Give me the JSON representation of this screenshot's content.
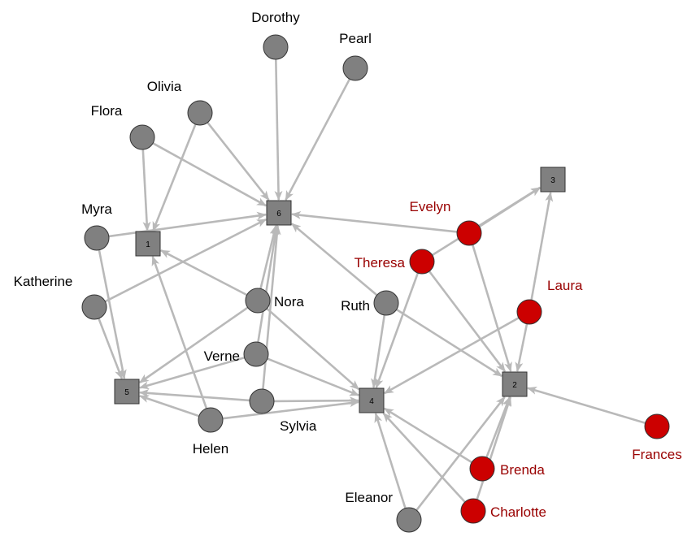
{
  "colors": {
    "edge": "#b9b9b9",
    "woman_default": "#808080",
    "woman_highlight": "#cc0000",
    "event": "#808080",
    "label_default": "#000000",
    "label_highlight": "#990000"
  },
  "events": [
    {
      "id": "1",
      "label": "1"
    },
    {
      "id": "2",
      "label": "2"
    },
    {
      "id": "3",
      "label": "3"
    },
    {
      "id": "4",
      "label": "4"
    },
    {
      "id": "5",
      "label": "5"
    },
    {
      "id": "6",
      "label": "6"
    }
  ],
  "women": [
    {
      "id": "dorothy",
      "label": "Dorothy",
      "highlight": false
    },
    {
      "id": "pearl",
      "label": "Pearl",
      "highlight": false
    },
    {
      "id": "olivia",
      "label": "Olivia",
      "highlight": false
    },
    {
      "id": "flora",
      "label": "Flora",
      "highlight": false
    },
    {
      "id": "myra",
      "label": "Myra",
      "highlight": false
    },
    {
      "id": "katherine",
      "label": "Katherine",
      "highlight": false
    },
    {
      "id": "nora",
      "label": "Nora",
      "highlight": false
    },
    {
      "id": "verne",
      "label": "Verne",
      "highlight": false
    },
    {
      "id": "sylvia",
      "label": "Sylvia",
      "highlight": false
    },
    {
      "id": "helen",
      "label": "Helen",
      "highlight": false
    },
    {
      "id": "ruth",
      "label": "Ruth",
      "highlight": false
    },
    {
      "id": "eleanor",
      "label": "Eleanor",
      "highlight": false
    },
    {
      "id": "evelyn",
      "label": "Evelyn",
      "highlight": true
    },
    {
      "id": "theresa",
      "label": "Theresa",
      "highlight": true
    },
    {
      "id": "laura",
      "label": "Laura",
      "highlight": true
    },
    {
      "id": "brenda",
      "label": "Brenda",
      "highlight": true
    },
    {
      "id": "charlotte",
      "label": "Charlotte",
      "highlight": true
    },
    {
      "id": "frances",
      "label": "Frances",
      "highlight": true
    }
  ],
  "edges": [
    [
      "dorothy",
      "6"
    ],
    [
      "pearl",
      "6"
    ],
    [
      "olivia",
      "6"
    ],
    [
      "olivia",
      "1"
    ],
    [
      "flora",
      "6"
    ],
    [
      "flora",
      "1"
    ],
    [
      "myra",
      "6"
    ],
    [
      "myra",
      "5"
    ],
    [
      "katherine",
      "6"
    ],
    [
      "katherine",
      "5"
    ],
    [
      "nora",
      "1"
    ],
    [
      "nora",
      "6"
    ],
    [
      "nora",
      "5"
    ],
    [
      "nora",
      "4"
    ],
    [
      "verne",
      "6"
    ],
    [
      "verne",
      "5"
    ],
    [
      "verne",
      "4"
    ],
    [
      "sylvia",
      "6"
    ],
    [
      "sylvia",
      "5"
    ],
    [
      "sylvia",
      "4"
    ],
    [
      "helen",
      "1"
    ],
    [
      "helen",
      "5"
    ],
    [
      "helen",
      "4"
    ],
    [
      "ruth",
      "6"
    ],
    [
      "ruth",
      "4"
    ],
    [
      "ruth",
      "2"
    ],
    [
      "evelyn",
      "6"
    ],
    [
      "evelyn",
      "3"
    ],
    [
      "evelyn",
      "2"
    ],
    [
      "theresa",
      "3"
    ],
    [
      "theresa",
      "4"
    ],
    [
      "theresa",
      "2"
    ],
    [
      "laura",
      "3"
    ],
    [
      "laura",
      "4"
    ],
    [
      "laura",
      "2"
    ],
    [
      "eleanor",
      "4"
    ],
    [
      "eleanor",
      "2"
    ],
    [
      "brenda",
      "4"
    ],
    [
      "brenda",
      "2"
    ],
    [
      "charlotte",
      "4"
    ],
    [
      "charlotte",
      "2"
    ],
    [
      "frances",
      "2"
    ]
  ]
}
